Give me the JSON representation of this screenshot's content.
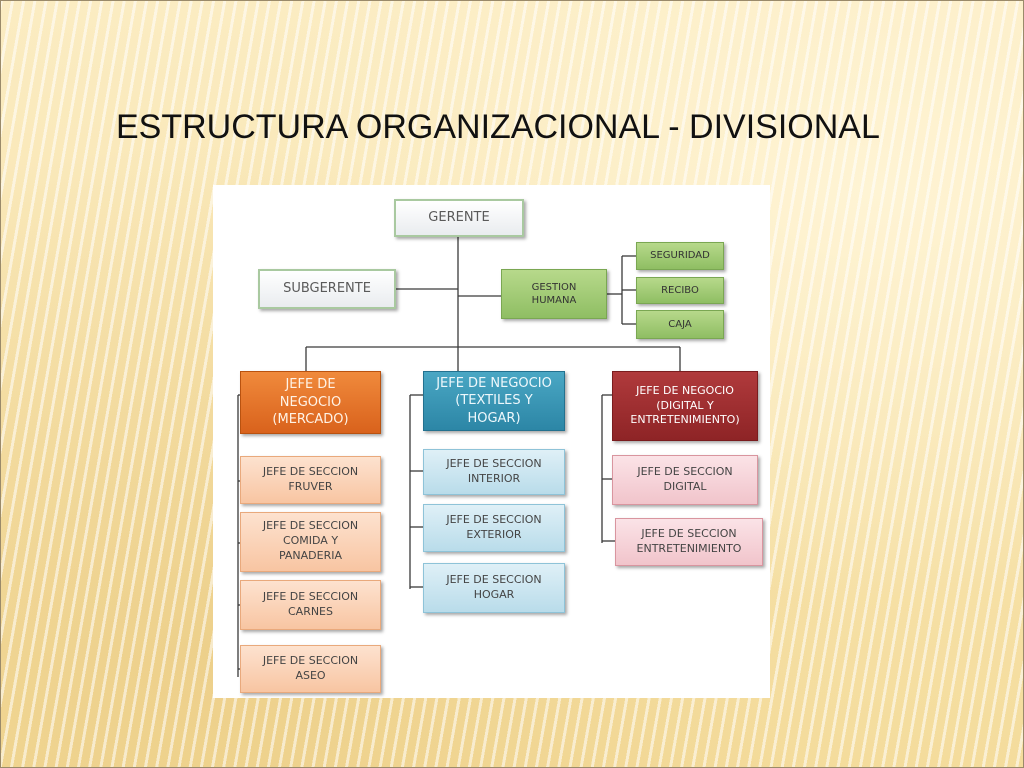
{
  "slide": {
    "title": "ESTRUCTURA ORGANIZACIONAL - DIVISIONAL"
  },
  "org": {
    "gerente": "GERENTE",
    "subgerente": "SUBGERENTE",
    "gestion_humana": "GESTION\nHUMANA",
    "gestion_humana_units": [
      "SEGURIDAD",
      "RECIBO",
      "CAJA"
    ],
    "divisions": [
      {
        "head": "JEFE DE\nNEGOCIO\n(MERCADO)",
        "sections": [
          "JEFE DE SECCION\nFRUVER",
          "JEFE DE SECCION\nCOMIDA Y\nPANADERIA",
          "JEFE DE SECCION\nCARNES",
          "JEFE DE SECCION\nASEO"
        ]
      },
      {
        "head": "JEFE DE NEGOCIO\n(TEXTILES Y\nHOGAR)",
        "sections": [
          "JEFE DE SECCION\nINTERIOR",
          "JEFE DE SECCION\nEXTERIOR",
          "JEFE DE SECCION\nHOGAR"
        ]
      },
      {
        "head": "JEFE DE NEGOCIO\n(DIGITAL Y\nENTRETENIMIENTO)",
        "sections": [
          "JEFE DE SECCION\nDIGITAL",
          "JEFE DE SECCION\nENTRETENIMIENTO"
        ]
      }
    ]
  },
  "colors": {
    "mercado": "#e0702a",
    "textiles": "#3596b6",
    "digital": "#a02e30",
    "gestion": "#9cc872"
  }
}
